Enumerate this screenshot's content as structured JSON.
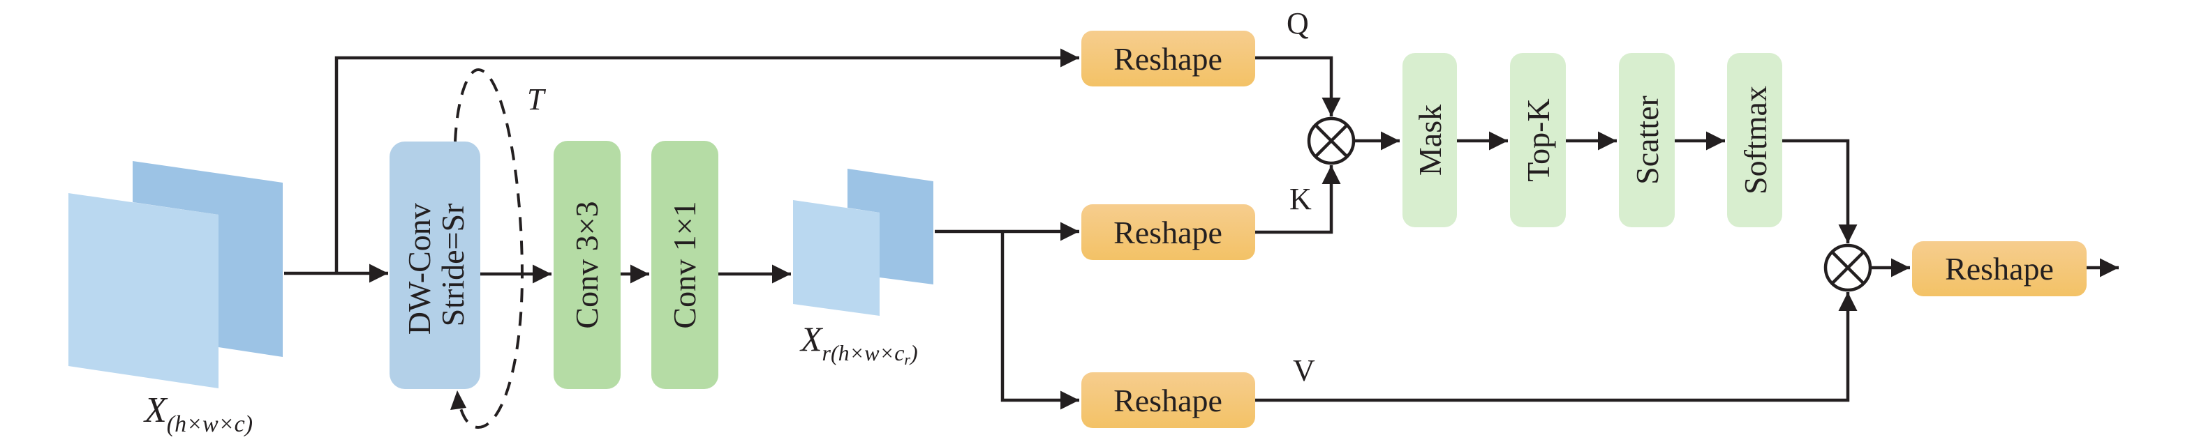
{
  "diagram": {
    "input_feature": {
      "label": "X",
      "subscript": "(h×w×c)"
    },
    "reduced_feature": {
      "label": "X",
      "subscript_r": "r",
      "subscript": "(h×w×c",
      "subscript_cr": "r",
      "subscript_end": ")"
    },
    "loop_label": "T",
    "blocks": {
      "dwconv": {
        "line1": "DW-Conv",
        "line2": "Stride=Sr"
      },
      "conv3": "Conv 3×3",
      "conv1": "Conv 1×1",
      "reshape_q": "Reshape",
      "reshape_k": "Reshape",
      "reshape_v": "Reshape",
      "mask": "Mask",
      "topk": "Top-K",
      "scatter": "Scatter",
      "softmax": "Softmax",
      "reshape_out": "Reshape"
    },
    "branch_labels": {
      "q": "Q",
      "k": "K",
      "v": "V"
    },
    "operators": {
      "matmul_qk": "multiply",
      "matmul_v": "multiply"
    }
  },
  "colors": {
    "plane_front": "#bad8f0",
    "plane_back": "#9cc3e5",
    "dwconv_fill": "#b3d0e8",
    "conv_fill": "#b5dca5",
    "attn_fill": "#d8eecf",
    "reshape_top": "#f6cd8e",
    "reshape_bottom": "#f3c266",
    "line": "#231f20"
  }
}
